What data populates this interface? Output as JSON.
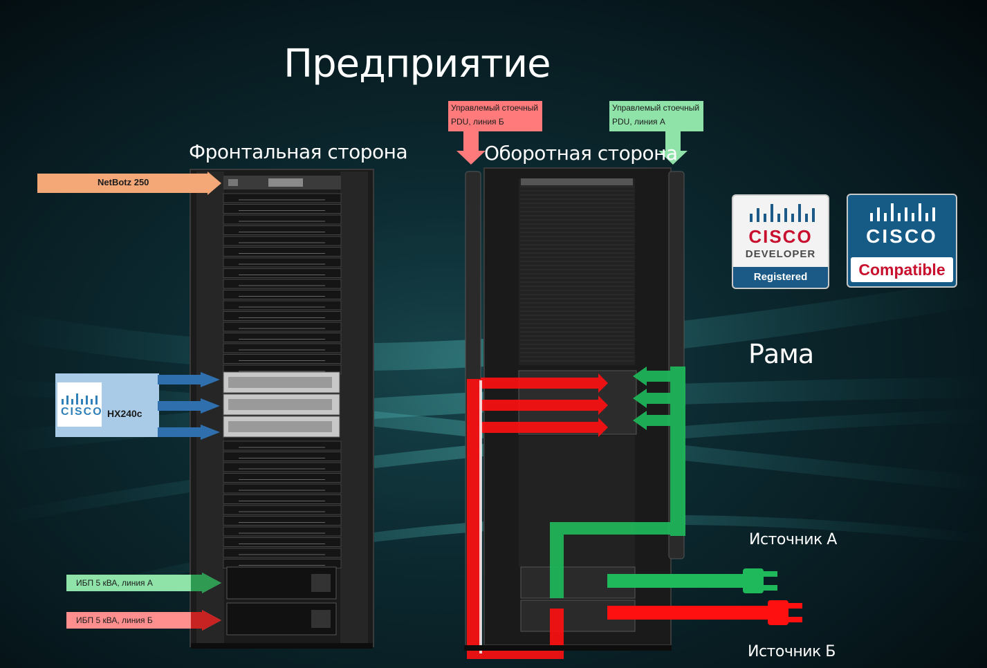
{
  "title": "Предприятие",
  "front": {
    "label": "Фронтальная сторона",
    "netbotz_label": "NetBotz 250",
    "hx_brand": "CISCO",
    "hx_model": "HX240c",
    "ups_a_label": "ИБП 5 кВА, линия А",
    "ups_b_label": "ИБП 5 кВА, линия Б"
  },
  "back": {
    "label": "Оборотная сторона",
    "pdu_b_label_line1": "Управлемый стоечный",
    "pdu_b_label_line2": "PDU, линия Б",
    "pdu_a_label_line1": "Управлемый стоечный",
    "pdu_a_label_line2": "PDU, линия А"
  },
  "badges": {
    "developer": {
      "brand": "CISCO",
      "sub": "DEVELOPER",
      "strip": "Registered"
    },
    "compatible": {
      "brand": "CISCO",
      "strip": "Compatible"
    }
  },
  "frame_label": "Рама",
  "source_a_label": "Источник А",
  "source_b_label": "Источник Б",
  "colors": {
    "line_a": "#1fb85a",
    "line_b": "#ff1010",
    "netbotz_arrow": "#f4a878",
    "hx_arrow": "#2f6fae"
  }
}
